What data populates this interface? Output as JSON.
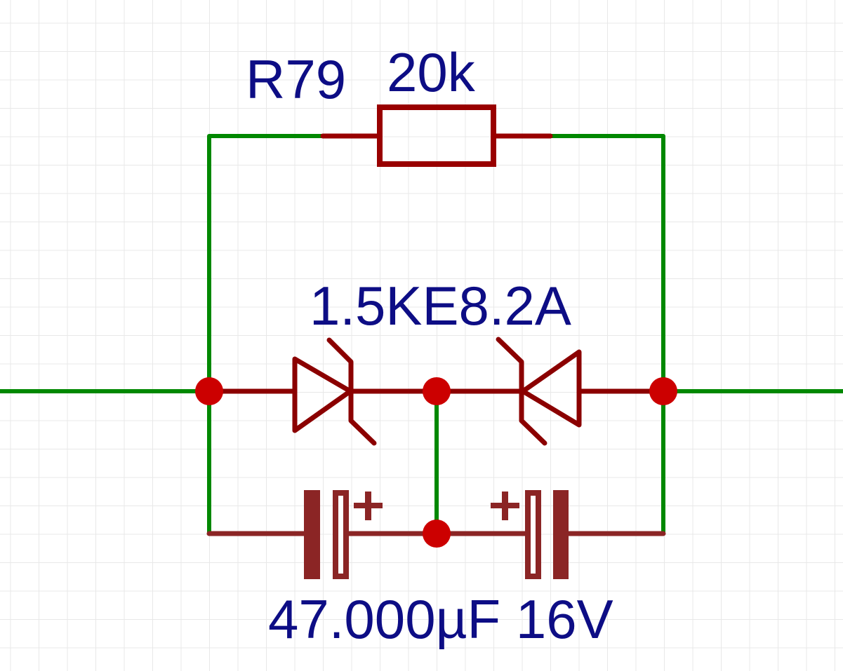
{
  "colors": {
    "background": "#ffffff",
    "grid": "#e8e8e8",
    "wire": "#008800",
    "component": "#990000",
    "diode": "#8b0000",
    "capacitor": "#8b2525",
    "junction": "#cc0000",
    "label": "#0d0d85"
  },
  "components": {
    "resistor": {
      "designator": "R79",
      "value": "20k"
    },
    "tvs_diodes": {
      "value": "1.5KE8.2A",
      "count": 2
    },
    "capacitors": {
      "value": "47.000µF 16V",
      "count": 2,
      "polarity_symbol": "+"
    }
  },
  "icons": {
    "resistor": "resistor-symbol-icon",
    "tvs_diode": "zener-diode-symbol-icon",
    "capacitor": "polarized-capacitor-symbol-icon",
    "junction": "junction-dot-icon"
  }
}
